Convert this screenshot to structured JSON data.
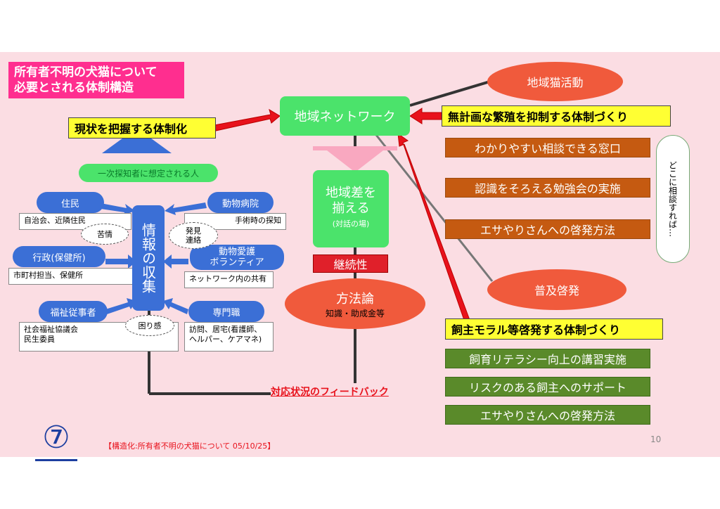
{
  "title": {
    "line1": "所有者不明の犬猫について",
    "line2": "必要とされる体制構造"
  },
  "grasp_label": "現状を把握する体制化",
  "first_finder": "一次探知者に想定される人",
  "center_collect": "情報の収集",
  "sources": {
    "jumin": {
      "label": "住民",
      "detail": "自治会、近隣住民"
    },
    "gyosei": {
      "label": "行政(保健所)",
      "detail": "市町村担当、保健所"
    },
    "fukushi": {
      "label": "福祉従事者",
      "detail_line1": "社会福祉協議会",
      "detail_line2": "民生委員"
    },
    "animal_hospital": {
      "label": "動物病院",
      "detail": "手術時の探知"
    },
    "volunteer": {
      "label_line1": "動物愛護",
      "label_line2": "ボランティア",
      "detail": "ネットワーク内の共有"
    },
    "professional": {
      "label": "専門職",
      "detail_line1": "訪問、居宅(看護師、",
      "detail_line2": "ヘルパー、ケアマネ)"
    }
  },
  "notes": {
    "kujo": "苦情",
    "hakken_line1": "発見",
    "hakken_line2": "連絡",
    "komari": "困り感"
  },
  "network": "地域ネットワーク",
  "chiikisa": {
    "line1": "地域差を",
    "line2": "揃える",
    "sub": "(対話の場)"
  },
  "keizoku": "継続性",
  "houhou": {
    "title": "方法論",
    "sub": "知識・助成金等"
  },
  "feedback": "対応状況のフィードバック",
  "chiikineko": "地域猫活動",
  "fukyu": "普及啓発",
  "muke": "無計画な繁殖を抑制する体制づくり",
  "orange_items": [
    "わかりやすい相談できる窓口",
    "認識をそろえる勉強会の実施",
    "エサやりさんへの啓発方法"
  ],
  "side_note": "どこに相談すれば…",
  "owner": "飼主モラル等啓発する体制づくり",
  "olive_items": [
    "飼育リテラシー向上の講習実施",
    "リスクのある飼主へのサポート",
    "エサやりさんへの啓発方法"
  ],
  "circle_number": "⑦",
  "footer": "【構造化:所有者不明の犬猫について 05/10/25】",
  "page_number": "10"
}
